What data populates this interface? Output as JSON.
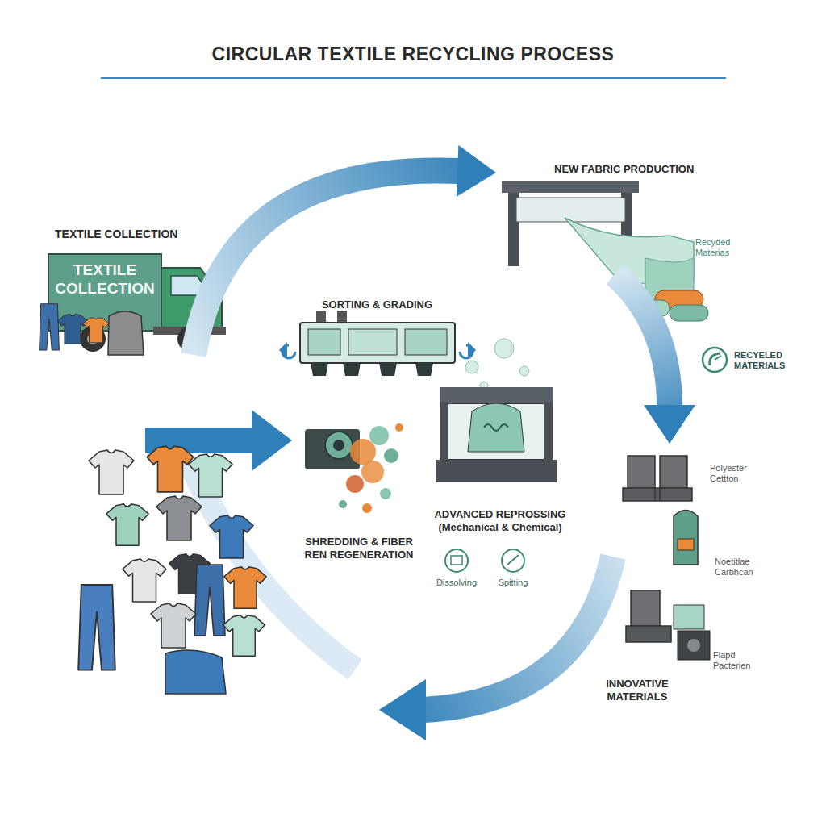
{
  "diagram": {
    "title": "CIRCULAR TEXTILE RECYCLING PROCESS",
    "nodes": [
      {
        "text": [
          "TEXTILE COLLECTION",
          "TEXTILE COLLECTION"
        ]
      },
      {
        "text": [
          "SORTING & GRADING"
        ]
      },
      {
        "text": [
          "NEW FABRIC PRODUCTION"
        ]
      },
      {
        "text": [
          "SHREDDING & FIBER REN REGENERATION"
        ]
      },
      {
        "text": [
          "ADVANCED REPROSSING (Mechanical & Chemical)",
          "Dissolving",
          "Spitting"
        ]
      },
      {
        "text": [
          "INNOVATIVE MATERIALS"
        ]
      }
    ],
    "edges": [
      {
        "from": 0,
        "to": 2,
        "arrow": "to"
      },
      {
        "from": 2,
        "to": 5,
        "arrow": "to"
      }
    ],
    "labels": [
      "Recyded Materias",
      "RECYELED MATERIALS",
      "Polyester Cettton",
      "Noetitlae Carbhcan",
      "Flapd Pacterien"
    ]
  }
}
